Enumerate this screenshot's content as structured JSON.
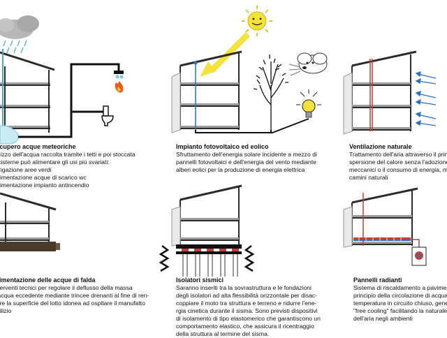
{
  "colors": {
    "structure": "#2b2b2b",
    "slab": "#9c9c9c",
    "pipe": "#111111",
    "sun": "#f4e23a",
    "water": "#c9ecf4",
    "earth": "#4a3b2c",
    "arrow": "#2e6fbf",
    "flame": "#f05a1a",
    "heat": "#c0403a",
    "cloud": "#b7b7b7"
  },
  "icons": [
    "rain-cloud-icon",
    "sun-icon",
    "tree-icon",
    "wind-face-cloud-icon",
    "light-bulb-icon",
    "sprinkler-icon",
    "flame-icon",
    "toilet-icon",
    "water-tank-icon",
    "heat-pump-icon"
  ],
  "panels": [
    {
      "title": "Recupero acque meteoriche",
      "lines": [
        "Utilizzo dell'acqua raccolta tramite i tetti e poi stoccata",
        "in cisterne può alimentare gli usi più svariati:",
        "- irrigazione aree verdi",
        "- alimentazione acque di scarico wc",
        "- alimentazione impianto antincendio"
      ]
    },
    {
      "title": "Impianto fotovoltaico ed eolico",
      "lines": [
        "Sfruttamento dell'energia solare incidente a mezzo di",
        "pannelli fotovoltaici e dell'energia del vento mediante",
        "alberi eolici per la produzione di energia elettrica"
      ]
    },
    {
      "title": "Ventilazione naturale",
      "lines": [
        "Trattamento dell'aria attraverso il principio di di-",
        "spersione del calore senza l'adozione di impianti",
        "meccanici o il consumo di energia, mediante",
        "camini naturali"
      ]
    },
    {
      "title": "Alimentazione delle acque di falda",
      "lines": [
        "Interventi tecnici per regolare il deflusso della massa",
        "d'acqua eccedente mediante trincee drenanti al fine di ren-",
        "dere la superficie del lotto idonea ad ospitare il manufatto",
        "edilizio"
      ]
    },
    {
      "title": "Isolatori sismici",
      "lines": [
        "Saranno inseriti tra la sovrastruttura e le fondazioni",
        "degli isolatori ad alta flessibilità orizzontale per disac-",
        "coppiare il moto tra struttura e terreno e ridurre l'ene-",
        "rgia cinetica durante il sisma. Sono previsti dispositivi",
        "di isolamento di tipo elastomerico che garantiscono un",
        "comportamento elastico, che assicura il ricentraggio",
        "della struttura al termine del sisma."
      ]
    },
    {
      "title": "Pannelli radianti",
      "lines": [
        "Sistema di riscaldamento a pavimento basato sul",
        "principio della circolazione di acqua a bassa",
        "temperatura in circuito chiuso, generatori di",
        "\"free cooling\" facilitando la naturale circolazione",
        "dell'aria negli ambienti"
      ]
    }
  ]
}
